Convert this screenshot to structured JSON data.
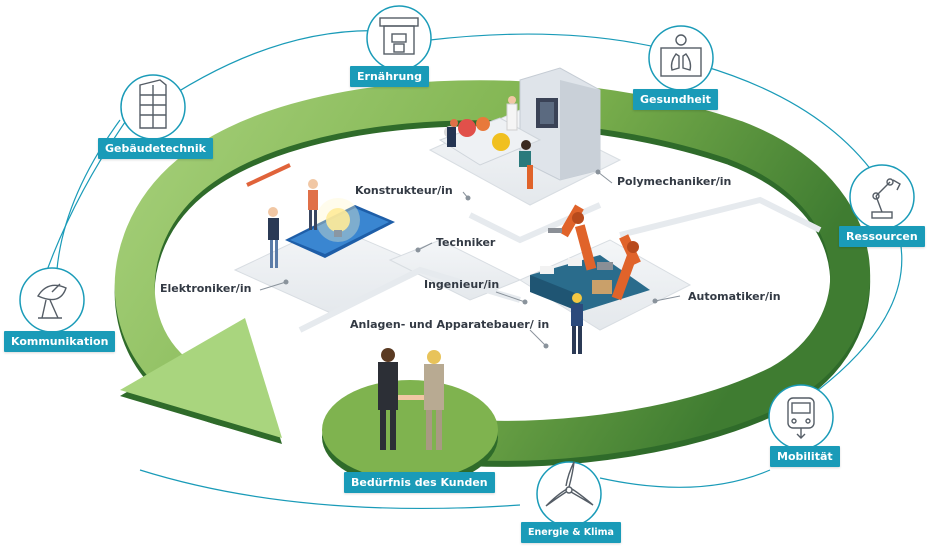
{
  "sectors": [
    {
      "id": "ernaehrung",
      "label": "Ernährung",
      "icon": "coffee-machine-icon"
    },
    {
      "id": "gesundheit",
      "label": "Gesundheit",
      "icon": "lungs-monitor-icon"
    },
    {
      "id": "gebaeudetechnik",
      "label": "Gebäudetechnik",
      "icon": "building-icon"
    },
    {
      "id": "ressourcen",
      "label": "Ressourcen",
      "icon": "robot-arm-icon"
    },
    {
      "id": "kommunikation",
      "label": "Kommunikation",
      "icon": "satellite-dish-icon"
    },
    {
      "id": "mobilitaet",
      "label": "Mobilität",
      "icon": "train-icon"
    },
    {
      "id": "energie",
      "label": "Energie & Klima",
      "icon": "wind-turbine-icon"
    }
  ],
  "roles": {
    "konstrukteur": "Konstrukteur/in",
    "polymechaniker": "Polymechaniker/in",
    "techniker": "Techniker",
    "elektroniker": "Elektroniker/in",
    "ingenieur": "Ingenieur/in",
    "automatiker": "Automatiker/in",
    "anlagenbauer": "Anlagen- und Apparatebauer/ in"
  },
  "center": {
    "label": "Bedürfnis des Kunden"
  },
  "colors": {
    "teal": "#1a9bb8",
    "green_light": "#8cc063",
    "green_dark": "#3d7d37",
    "robot_orange": "#e0632a"
  }
}
